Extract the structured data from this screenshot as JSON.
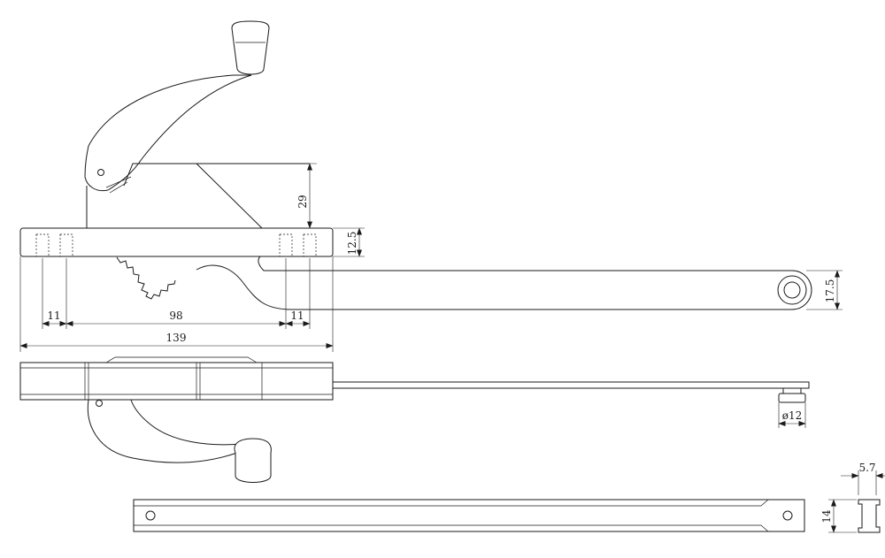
{
  "dimensions": {
    "height_top": "29",
    "base_height": "12.5",
    "arm_width": "17.5",
    "left_gap": "11",
    "hole_spacing": "98",
    "right_gap": "11",
    "overall_length": "139",
    "roller_dia": "ø12",
    "channel_depth": "5.7",
    "channel_height": "14"
  }
}
